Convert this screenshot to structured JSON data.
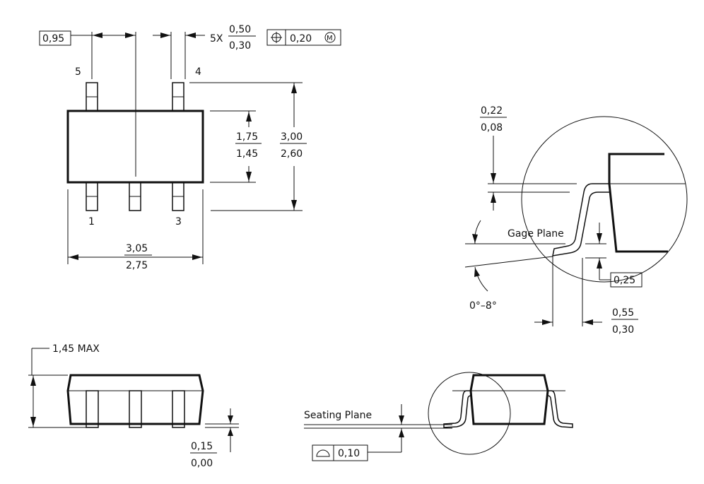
{
  "top_view": {
    "pitch_box": "0,95",
    "lead_count_prefix": "5X",
    "lead_width_max": "0,50",
    "lead_width_min": "0,30",
    "position_tolerance": "0,20",
    "position_symbol": "⊕",
    "mmc_symbol": "M",
    "pin_labels": [
      "5",
      "4",
      "1",
      "3"
    ],
    "body_width_max": "1,75",
    "body_width_min": "1,45",
    "overall_width_max": "3,00",
    "overall_width_min": "2,60",
    "body_length_max": "3,05",
    "body_length_min": "2,75"
  },
  "detail_view": {
    "lead_thickness_max": "0,22",
    "lead_thickness_min": "0,08",
    "gage_plane_label": "Gage Plane",
    "gage_height_box": "0,25",
    "angle_label": "0°–8°",
    "foot_length_max": "0,55",
    "foot_length_min": "0,30"
  },
  "side_view": {
    "height_max_label": "1,45 MAX",
    "standoff_max": "0,15",
    "standoff_min": "0,00"
  },
  "end_view": {
    "seating_plane_label": "Seating Plane",
    "coplanarity_box": "0,10"
  }
}
